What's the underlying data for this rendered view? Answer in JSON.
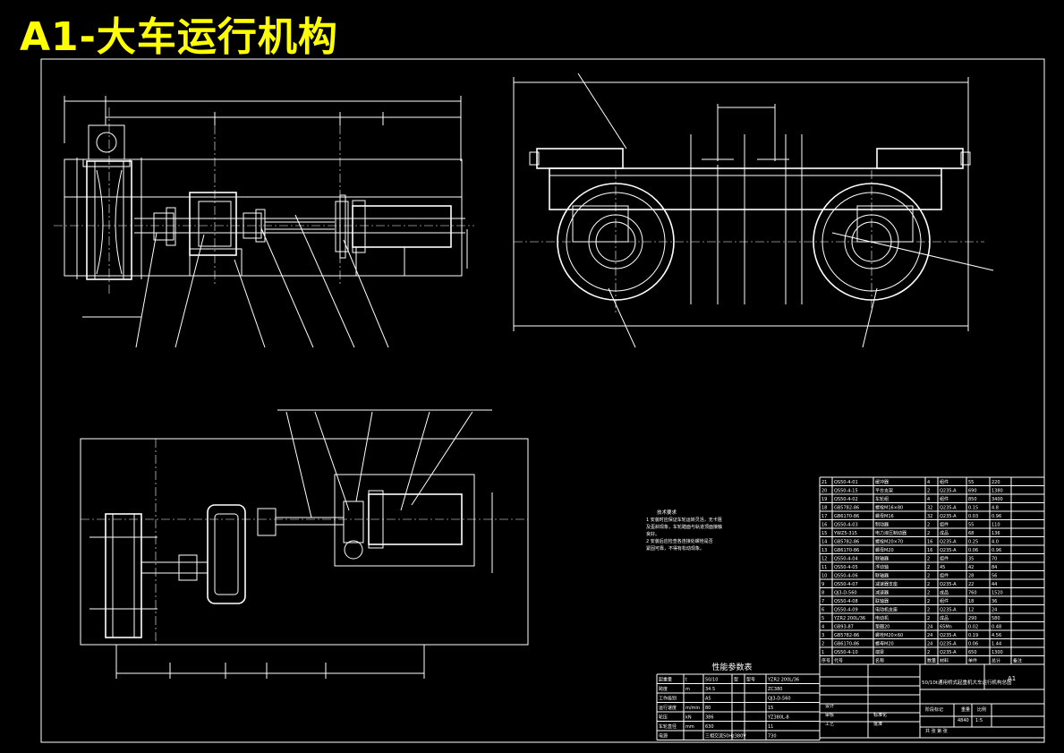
{
  "sheet_title": "A1-大车运行机构",
  "perf_table": {
    "title": "性能参数表",
    "rows": [
      [
        "起重量",
        "t",
        "50/10",
        "型",
        "型号",
        "YZR2 200L/36"
      ],
      [
        "跨度",
        "m",
        "34.5",
        "",
        "",
        "ZC380"
      ],
      [
        "工作级别",
        "",
        "A5",
        "",
        "",
        "QJ3-D-560"
      ],
      [
        "运行速度",
        "m/min",
        "80",
        "",
        "",
        "15"
      ],
      [
        "轮压",
        "kN",
        "386",
        "",
        "",
        "YZ380L-8"
      ],
      [
        "车轮直径",
        "mm",
        "630",
        "",
        "",
        "11"
      ],
      [
        "电源",
        "",
        "三相交流50Hz380V",
        "",
        "",
        "730"
      ]
    ]
  },
  "tech_notes": {
    "title": "技术要求",
    "lines": [
      "1 安装时应保证车轮运转灵活，无卡阻",
      "及歪斜现象，车轮踏面与轨道顶面接触",
      "良好。",
      "2 安装后应检查各连接处螺栓是否",
      "紧固可靠，不得有松动现象。"
    ]
  },
  "parts_list": {
    "header": [
      "序号",
      "代号",
      "名称",
      "数量",
      "材料",
      "单件",
      "总计",
      "备注"
    ],
    "rows": [
      [
        "21",
        "QS50-4-01",
        "缓冲器",
        "4",
        "组件",
        "55",
        "220",
        ""
      ],
      [
        "20",
        "QS50-4-15",
        "平台支架",
        "2",
        "Q235-A",
        "690",
        "1380",
        ""
      ],
      [
        "19",
        "QS50-4-02",
        "车轮组",
        "4",
        "组件",
        "850",
        "3400",
        ""
      ],
      [
        "18",
        "GB5782-86",
        "螺栓M16×80",
        "32",
        "Q235-A",
        "0.15",
        "4.8",
        ""
      ],
      [
        "17",
        "GB6170-86",
        "螺母M16",
        "32",
        "Q235-A",
        "0.03",
        "0.96",
        ""
      ],
      [
        "16",
        "QS50-4-03",
        "制动器",
        "2",
        "组件",
        "55",
        "110",
        ""
      ],
      [
        "15",
        "YWZ5-315",
        "电力液压制动器",
        "2",
        "成品",
        "68",
        "136",
        ""
      ],
      [
        "14",
        "GB5782-86",
        "螺栓M20×70",
        "16",
        "Q235-A",
        "0.25",
        "4.0",
        ""
      ],
      [
        "13",
        "GB6170-86",
        "螺母M20",
        "16",
        "Q235-A",
        "0.06",
        "0.96",
        ""
      ],
      [
        "12",
        "QS50-4-04",
        "联轴器",
        "2",
        "组件",
        "35",
        "70",
        ""
      ],
      [
        "11",
        "QS50-4-05",
        "浮动轴",
        "2",
        "45",
        "42",
        "84",
        ""
      ],
      [
        "10",
        "QS50-4-06",
        "联轴器",
        "2",
        "组件",
        "28",
        "56",
        ""
      ],
      [
        "9",
        "QS50-4-07",
        "减速器支座",
        "2",
        "Q235-A",
        "22",
        "44",
        ""
      ],
      [
        "8",
        "QJ3-D-560",
        "减速器",
        "2",
        "成品",
        "760",
        "1520",
        ""
      ],
      [
        "7",
        "QS50-4-08",
        "联轴器",
        "2",
        "组件",
        "18",
        "36",
        ""
      ],
      [
        "6",
        "QS50-4-09",
        "电动机支座",
        "2",
        "Q235-A",
        "12",
        "24",
        ""
      ],
      [
        "5",
        "YZR2 200L/36",
        "电动机",
        "2",
        "成品",
        "290",
        "580",
        ""
      ],
      [
        "4",
        "GB93-87",
        "垫圈20",
        "24",
        "65Mn",
        "0.02",
        "0.48",
        ""
      ],
      [
        "3",
        "GB5782-86",
        "螺栓M20×60",
        "24",
        "Q235-A",
        "0.19",
        "4.56",
        ""
      ],
      [
        "2",
        "GB6170-86",
        "螺母M20",
        "24",
        "Q235-A",
        "0.06",
        "1.44",
        ""
      ],
      [
        "1",
        "QS50-4-10",
        "端梁",
        "2",
        "Q235-A",
        "650",
        "1300",
        ""
      ]
    ]
  },
  "title_block": {
    "drawing_title": "50/10t通用桥式起重机大车运行机构总图",
    "sheet_size": "A1",
    "stage_label": "阶段标记",
    "weight_label": "重量",
    "scale_label": "比例",
    "weight": "4840",
    "scale": "1:5",
    "designer_label": "设计",
    "checker_label": "审核",
    "process_label": "工艺",
    "approve_label": "批准",
    "standard_label": "标准化",
    "sheet_label": "共 张 第 张"
  }
}
